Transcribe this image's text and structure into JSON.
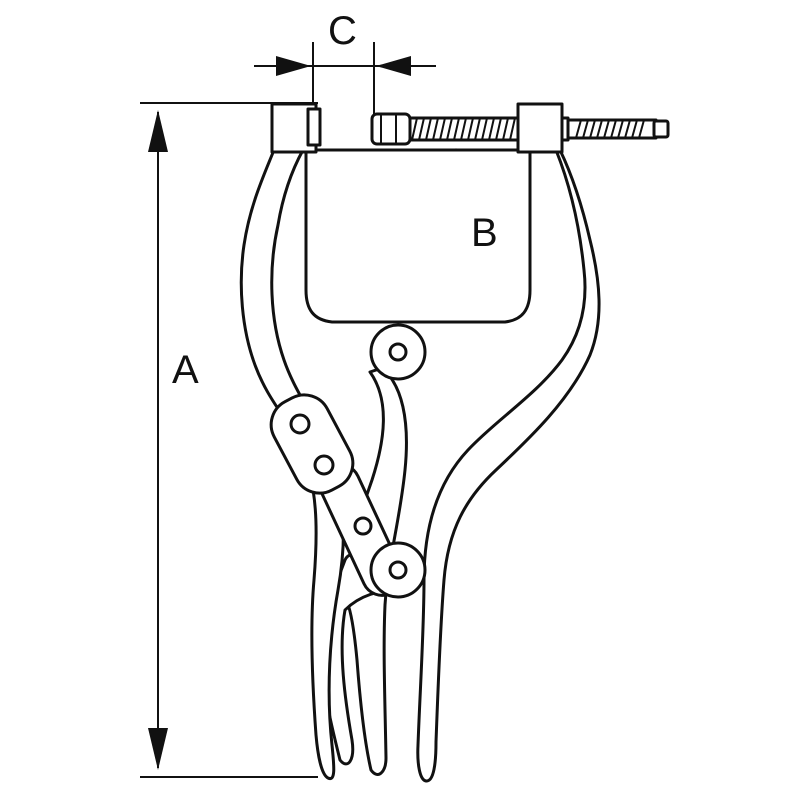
{
  "dimensions": {
    "a_label": "A",
    "b_label": "B",
    "c_label": "C"
  },
  "icons": {
    "tool": "locking-c-clamp-pliers-icon",
    "arrow": "arrowhead-icon"
  },
  "colors": {
    "line": "#111111",
    "fill": "#ffffff"
  }
}
